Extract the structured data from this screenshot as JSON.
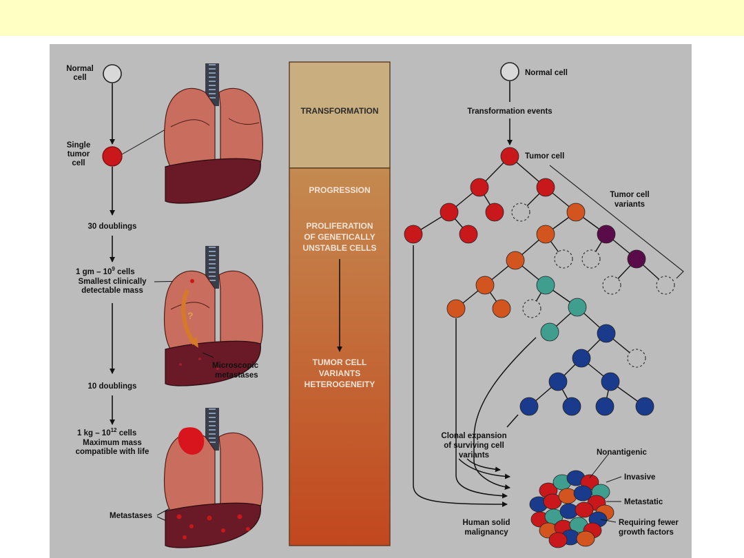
{
  "left": {
    "normal_cell": [
      "Normal",
      "cell"
    ],
    "single_tumor_cell": [
      "Single",
      "tumor",
      "cell"
    ],
    "doublings_30": "30 doublings",
    "one_gm_line": [
      "1 gm – 10",
      "9",
      " cells"
    ],
    "smallest_mass": [
      "Smallest clinically",
      "detectable mass"
    ],
    "question_mark": "?",
    "microscopic": [
      "Microscopic",
      "metastases"
    ],
    "doublings_10": "10 doublings",
    "one_kg_line": [
      "1 kg – 10",
      "12",
      " cells"
    ],
    "maximum_mass": [
      "Maximum mass",
      "compatible with life"
    ],
    "metastases": "Metastases"
  },
  "middle": {
    "transformation": "TRANSFORMATION",
    "progression": "PROGRESSION",
    "proliferation": [
      "PROLIFERATION",
      "OF GENETICALLY",
      "UNSTABLE CELLS"
    ],
    "variants": [
      "TUMOR CELL",
      "VARIANTS",
      "HETEROGENEITY"
    ]
  },
  "right": {
    "normal_cell": "Normal cell",
    "transformation_events": "Transformation events",
    "tumor_cell": "Tumor cell",
    "tumor_cell_variants": [
      "Tumor cell",
      "variants"
    ],
    "clonal_expansion": [
      "Clonal expansion",
      "of surviving cell",
      "variants"
    ],
    "human_solid": [
      "Human solid",
      "malignancy"
    ],
    "nonantigenic": "Nonantigenic",
    "invasive": "Invasive",
    "metastatic": "Metastatic",
    "requiring": [
      "Requiring fewer",
      "growth factors"
    ]
  },
  "colors": {
    "background": "#bcbcbc",
    "top_band": "#ffffc4",
    "tumor_red": "#c8181c",
    "orange": "#d2541e",
    "purple": "#5a0c4a",
    "teal": "#3f9e8e",
    "blue": "#1a3a8c",
    "lung": "#c96e5e",
    "liver": "#6a1a26"
  }
}
